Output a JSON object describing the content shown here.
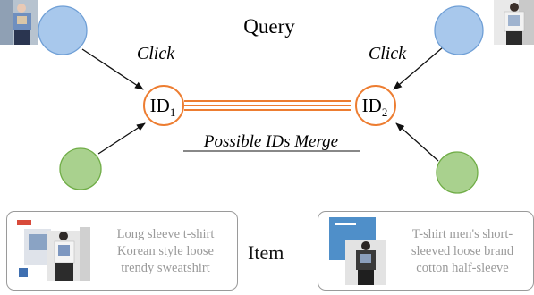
{
  "query_label": "Query",
  "click_left": "Click",
  "click_right": "Click",
  "id_left": {
    "main": "ID",
    "sub": "1"
  },
  "id_right": {
    "main": "ID",
    "sub": "2"
  },
  "merge_label": "Possible IDs Merge",
  "item_label": "Item",
  "item_left_desc": [
    "Long sleeve t-shirt",
    "Korean style loose",
    "trendy sweatshirt"
  ],
  "item_right_desc": [
    "T-shirt men's short-",
    "sleeved loose brand",
    "cotton half-sleeve"
  ],
  "colors": {
    "query_node_fill": "#a8c8ec",
    "query_node_stroke": "#6f9fd6",
    "item_node_fill": "#a9d18e",
    "item_node_stroke": "#70ad47",
    "id_node_stroke": "#ed7d31",
    "merge_line": "#ed7d31",
    "item_text": "#9a9a9a",
    "item_border": "#9a9a9a"
  }
}
